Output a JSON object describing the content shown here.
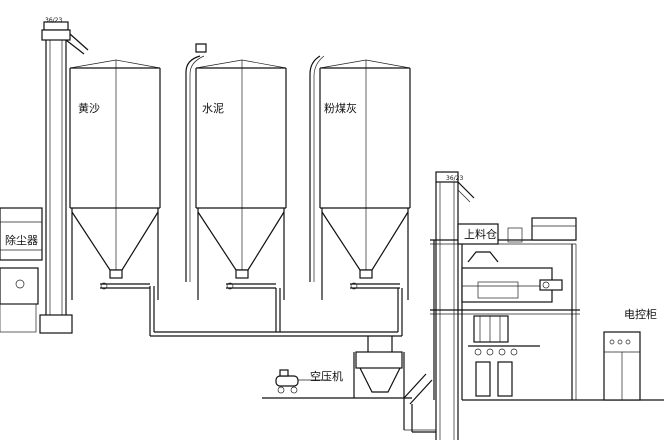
{
  "labels": {
    "silo_sand": "黄沙",
    "silo_cement": "水泥",
    "silo_flyash": "粉煤灰",
    "dust_collector": "除尘器",
    "air_compressor": "空压机",
    "upper_bin": "上料仓",
    "control_cabinet": "电控柜"
  },
  "tags": {
    "elevator_left": "36/23",
    "elevator_right": "36/23"
  }
}
